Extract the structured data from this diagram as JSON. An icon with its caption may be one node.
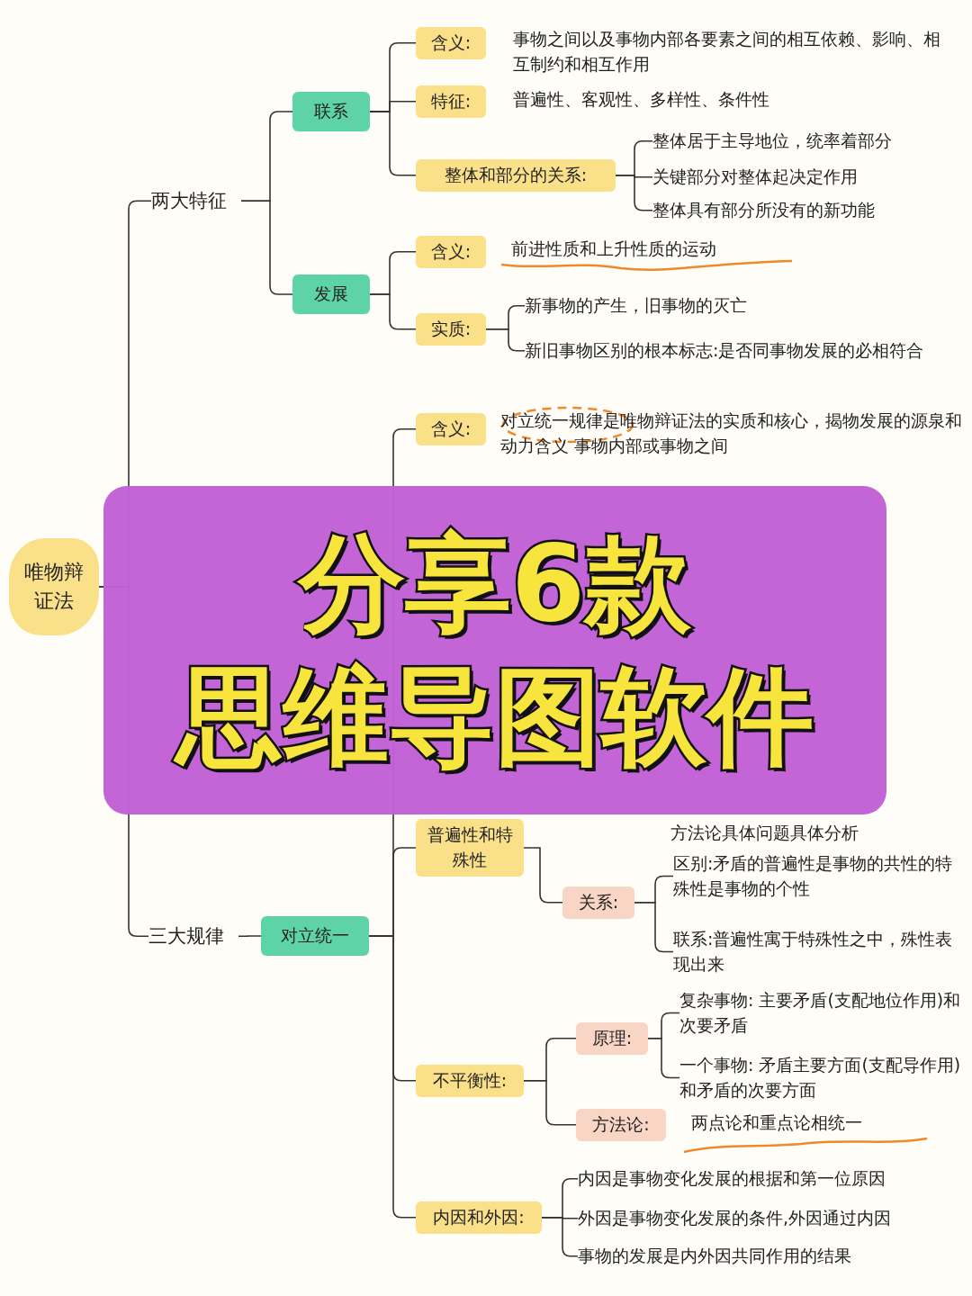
{
  "diagram": {
    "nodes": [
      {
        "text": [
          "唯物辩证法"
        ]
      },
      {
        "text": [
          "两大特征"
        ]
      },
      {
        "text": [
          "联系"
        ]
      },
      {
        "text": [
          "含义:"
        ],
        "beside": [
          "事物之间以及事物内部各要素之间的相互依赖、影响、相互制约和相互作用"
        ]
      },
      {
        "text": [
          "特征:"
        ],
        "beside": [
          "普遍性、客观性、多样性、条件性"
        ]
      },
      {
        "text": [
          "整体和部分的关系:"
        ]
      },
      {
        "text": [
          "整体居于主导地位，统率着部分"
        ]
      },
      {
        "text": [
          "关键部分对整体起决定作用"
        ]
      },
      {
        "text": [
          "整体具有部分所没有的新功能"
        ]
      },
      {
        "text": [
          "发展"
        ]
      },
      {
        "text": [
          "含义:"
        ],
        "beside": [
          "前进性质和上升性质的运动"
        ]
      },
      {
        "text": [
          "实质:"
        ]
      },
      {
        "text": [
          "新事物的产生，旧事物的灭亡"
        ]
      },
      {
        "text": [
          "新旧事物区别的根本标志:是否同事物发展的必相符合"
        ]
      },
      {
        "text": [
          "三大规律"
        ]
      },
      {
        "text": [
          "对立统一"
        ]
      },
      {
        "text": [
          "含义:"
        ],
        "beside": [
          "对立统一规律是唯物辩证法的实质和核心，揭物发展的源泉和动力含义 事物内部或事物之间"
        ]
      },
      {
        "text": [
          "普遍性和特殊性"
        ]
      },
      {
        "text": [
          "方法论具体问题具体分析"
        ]
      },
      {
        "text": [
          "关系:"
        ]
      },
      {
        "text": [
          "区别:矛盾的普遍性是事物的共性的特殊性是事物的个性"
        ]
      },
      {
        "text": [
          "联系:普遍性寓于特殊性之中，殊性表现出来"
        ]
      },
      {
        "text": [
          "不平衡性:"
        ]
      },
      {
        "text": [
          "原理:"
        ]
      },
      {
        "text": [
          "复杂事物: 主要矛盾(支配地位作用)和次要矛盾"
        ]
      },
      {
        "text": [
          "一个事物: 矛盾主要方面(支配导作用)和矛盾的次要方面"
        ]
      },
      {
        "text": [
          "方法论:"
        ],
        "beside": [
          "两点论和重点论相统一"
        ]
      },
      {
        "text": [
          "内因和外因:"
        ]
      },
      {
        "text": [
          "内因是事物变化发展的根据和第一位原因"
        ]
      },
      {
        "text": [
          "外因是事物变化发展的条件,外因通过内因"
        ]
      },
      {
        "text": [
          "事物的发展是内外因共同作用的结果"
        ]
      }
    ],
    "labels": [
      "分享6款",
      "思维导图软件"
    ],
    "edges": [
      {
        "from": 0,
        "to": 1,
        "arrow": "none"
      },
      {
        "from": 0,
        "to": 14,
        "arrow": "none"
      },
      {
        "from": 1,
        "to": 2,
        "arrow": "none"
      },
      {
        "from": 1,
        "to": 9,
        "arrow": "none"
      },
      {
        "from": 2,
        "to": 3,
        "arrow": "none"
      },
      {
        "from": 2,
        "to": 4,
        "arrow": "none"
      },
      {
        "from": 2,
        "to": 5,
        "arrow": "none"
      },
      {
        "from": 5,
        "to": 6,
        "arrow": "none"
      },
      {
        "from": 5,
        "to": 7,
        "arrow": "none"
      },
      {
        "from": 5,
        "to": 8,
        "arrow": "none"
      },
      {
        "from": 9,
        "to": 10,
        "arrow": "none"
      },
      {
        "from": 9,
        "to": 11,
        "arrow": "none"
      },
      {
        "from": 11,
        "to": 12,
        "arrow": "none"
      },
      {
        "from": 11,
        "to": 13,
        "arrow": "none"
      },
      {
        "from": 14,
        "to": 15,
        "arrow": "none"
      },
      {
        "from": 15,
        "to": 16,
        "arrow": "none"
      },
      {
        "from": 15,
        "to": 17,
        "arrow": "none"
      },
      {
        "from": 15,
        "to": 22,
        "arrow": "none"
      },
      {
        "from": 15,
        "to": 27,
        "arrow": "none"
      },
      {
        "from": 17,
        "to": 19,
        "arrow": "none"
      },
      {
        "from": 19,
        "to": 20,
        "arrow": "none"
      },
      {
        "from": 19,
        "to": 21,
        "arrow": "none"
      },
      {
        "from": 22,
        "to": 23,
        "arrow": "none"
      },
      {
        "from": 22,
        "to": 26,
        "arrow": "none"
      },
      {
        "from": 23,
        "to": 24,
        "arrow": "none"
      },
      {
        "from": 23,
        "to": 25,
        "arrow": "none"
      },
      {
        "from": 27,
        "to": 28,
        "arrow": "none"
      },
      {
        "from": 27,
        "to": 29,
        "arrow": "none"
      },
      {
        "from": 27,
        "to": 30,
        "arrow": "none"
      }
    ]
  }
}
